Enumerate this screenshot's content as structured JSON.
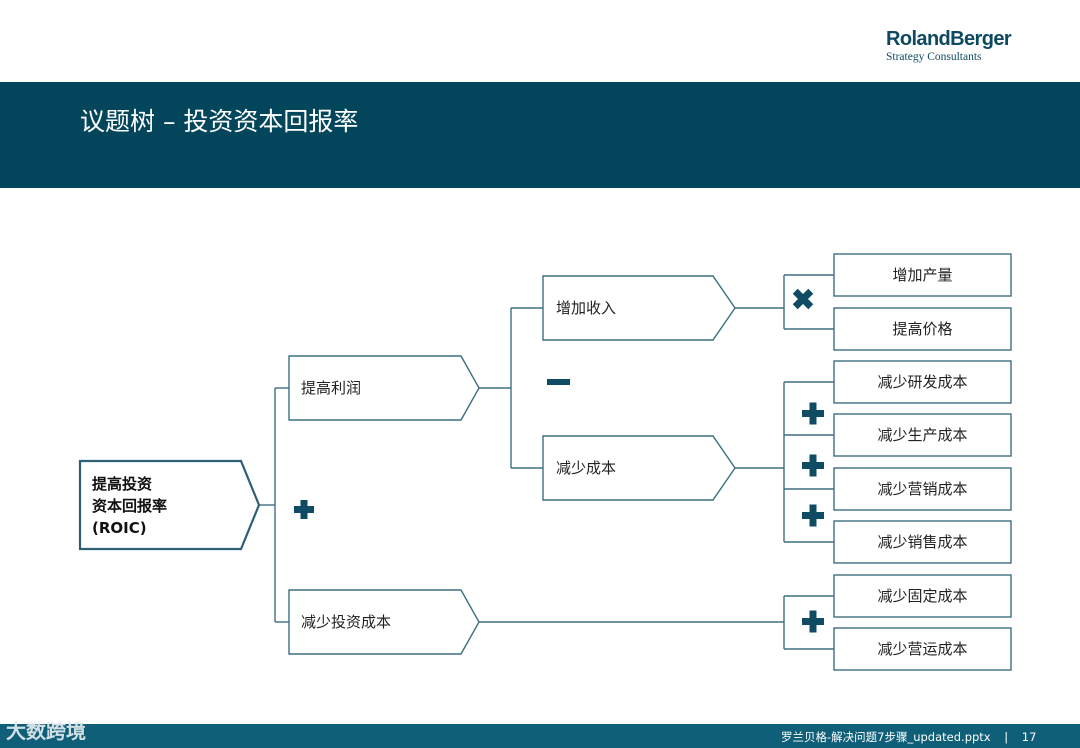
{
  "header": {
    "logo_name": "RolandBerger",
    "logo_tagline": "Strategy Consultants",
    "title": "议题树 – 投资资本回报率"
  },
  "tree": {
    "root": {
      "lines": [
        "提高投资",
        "资本回报率",
        "(ROIC)"
      ]
    },
    "level1": [
      {
        "label": "提高利润"
      },
      {
        "label": "减少投资成本"
      }
    ],
    "level2": [
      {
        "label": "增加收入"
      },
      {
        "label": "减少成本"
      }
    ],
    "leaves": [
      {
        "label": "增加产量"
      },
      {
        "label": "提高价格"
      },
      {
        "label": "减少研发成本"
      },
      {
        "label": "减少生产成本"
      },
      {
        "label": "减少营销成本"
      },
      {
        "label": "减少销售成本"
      },
      {
        "label": "减少固定成本"
      },
      {
        "label": "减少营运成本"
      }
    ],
    "operators": {
      "root_split": "plus",
      "profit_split": "minus",
      "revenue_split": "multiply",
      "cost_split": "plus",
      "investment_split": "plus"
    }
  },
  "colors": {
    "banner": "#03465c",
    "line": "#3e6e84",
    "operator": "#0f4c63",
    "footer": "#0f5f78"
  },
  "footer": {
    "file": "罗兰贝格-解决问题7步骤_updated.pptx",
    "separator": "|",
    "page": "17"
  },
  "watermark": {
    "text": "大数跨境"
  }
}
